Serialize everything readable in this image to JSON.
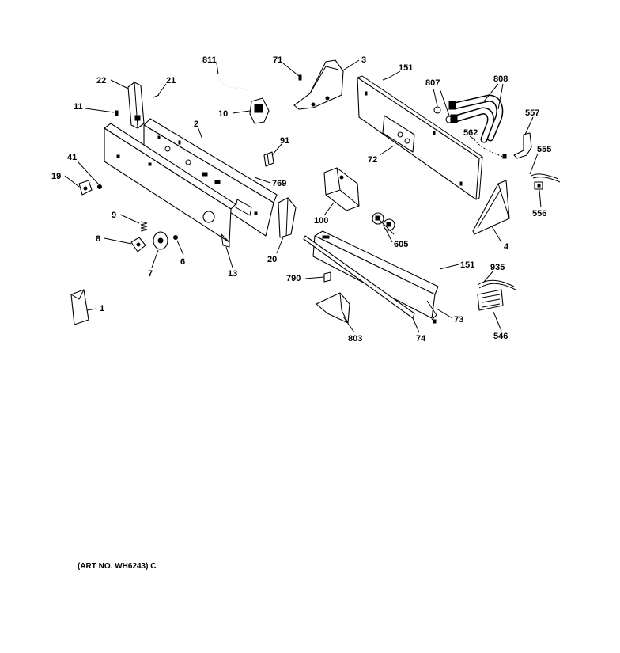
{
  "diagram": {
    "art_number": "(ART NO. WH6243) C",
    "callouts": [
      {
        "id": "c-811",
        "text": "811"
      },
      {
        "id": "c-71",
        "text": "71"
      },
      {
        "id": "c-3",
        "text": "3"
      },
      {
        "id": "c-151a",
        "text": "151"
      },
      {
        "id": "c-807",
        "text": "807"
      },
      {
        "id": "c-808",
        "text": "808"
      },
      {
        "id": "c-22",
        "text": "22"
      },
      {
        "id": "c-21",
        "text": "21"
      },
      {
        "id": "c-11",
        "text": "11"
      },
      {
        "id": "c-10",
        "text": "10"
      },
      {
        "id": "c-2",
        "text": "2"
      },
      {
        "id": "c-557",
        "text": "557"
      },
      {
        "id": "c-562",
        "text": "562"
      },
      {
        "id": "c-555",
        "text": "555"
      },
      {
        "id": "c-91",
        "text": "91"
      },
      {
        "id": "c-72",
        "text": "72"
      },
      {
        "id": "c-41",
        "text": "41"
      },
      {
        "id": "c-19",
        "text": "19"
      },
      {
        "id": "c-769",
        "text": "769"
      },
      {
        "id": "c-556",
        "text": "556"
      },
      {
        "id": "c-100",
        "text": "100"
      },
      {
        "id": "c-9",
        "text": "9"
      },
      {
        "id": "c-4",
        "text": "4"
      },
      {
        "id": "c-8",
        "text": "8"
      },
      {
        "id": "c-605",
        "text": "605"
      },
      {
        "id": "c-6",
        "text": "6"
      },
      {
        "id": "c-20",
        "text": "20"
      },
      {
        "id": "c-151b",
        "text": "151"
      },
      {
        "id": "c-935",
        "text": "935"
      },
      {
        "id": "c-7",
        "text": "7"
      },
      {
        "id": "c-13",
        "text": "13"
      },
      {
        "id": "c-790",
        "text": "790"
      },
      {
        "id": "c-1",
        "text": "1"
      },
      {
        "id": "c-73",
        "text": "73"
      },
      {
        "id": "c-803",
        "text": "803"
      },
      {
        "id": "c-74",
        "text": "74"
      },
      {
        "id": "c-546",
        "text": "546"
      }
    ]
  }
}
